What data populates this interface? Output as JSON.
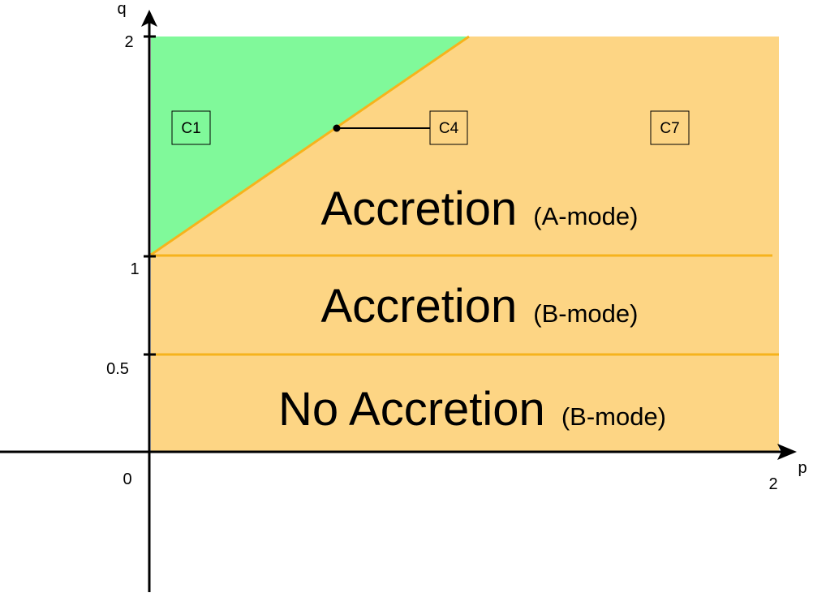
{
  "axes": {
    "x_label": "p",
    "y_label": "q",
    "origin_label": "0",
    "x_tick_labels": [
      "2"
    ],
    "y_tick_labels": [
      "2",
      "1",
      "0.5"
    ]
  },
  "regions": {
    "c1_label": "C1",
    "c4_label": "C4",
    "c7_label": "C7",
    "a_mode_main": "Accretion",
    "a_mode_sub": "(A-mode)",
    "b_mode_main": "Accretion",
    "b_mode_sub": "(B-mode)",
    "no_acc_main": "No Accretion",
    "no_acc_sub": "(B-mode)"
  },
  "colors": {
    "green_region": "#80f99a",
    "orange_region": "#fdd584",
    "boundary_line": "#f6b31c",
    "axis": "#000000"
  }
}
